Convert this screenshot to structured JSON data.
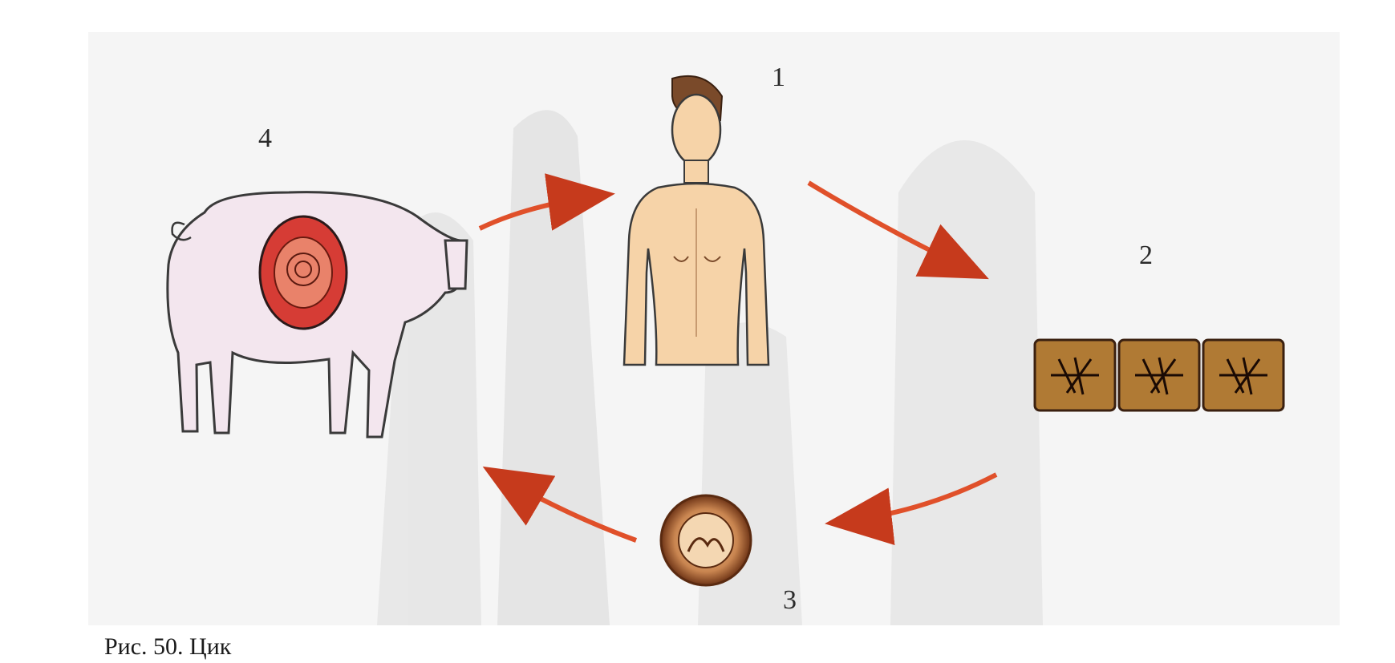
{
  "labels": {
    "human": "1",
    "segments": "2",
    "egg": "3",
    "pig": "4"
  },
  "caption": "Рис. 50. Цик",
  "colors": {
    "arrow": "#e0502a",
    "arrow_head": "#c63a1c",
    "pig_body": "#f3e6ee",
    "cyst_outer": "#d63c35",
    "skin": "#f6d3a8",
    "segment": "#b07a34",
    "egg_shell": "#8a4a22"
  },
  "icons": {
    "pig": "pig-icon",
    "human": "human-figure-icon",
    "segments": "tapeworm-segments-icon",
    "egg": "egg-icon"
  }
}
